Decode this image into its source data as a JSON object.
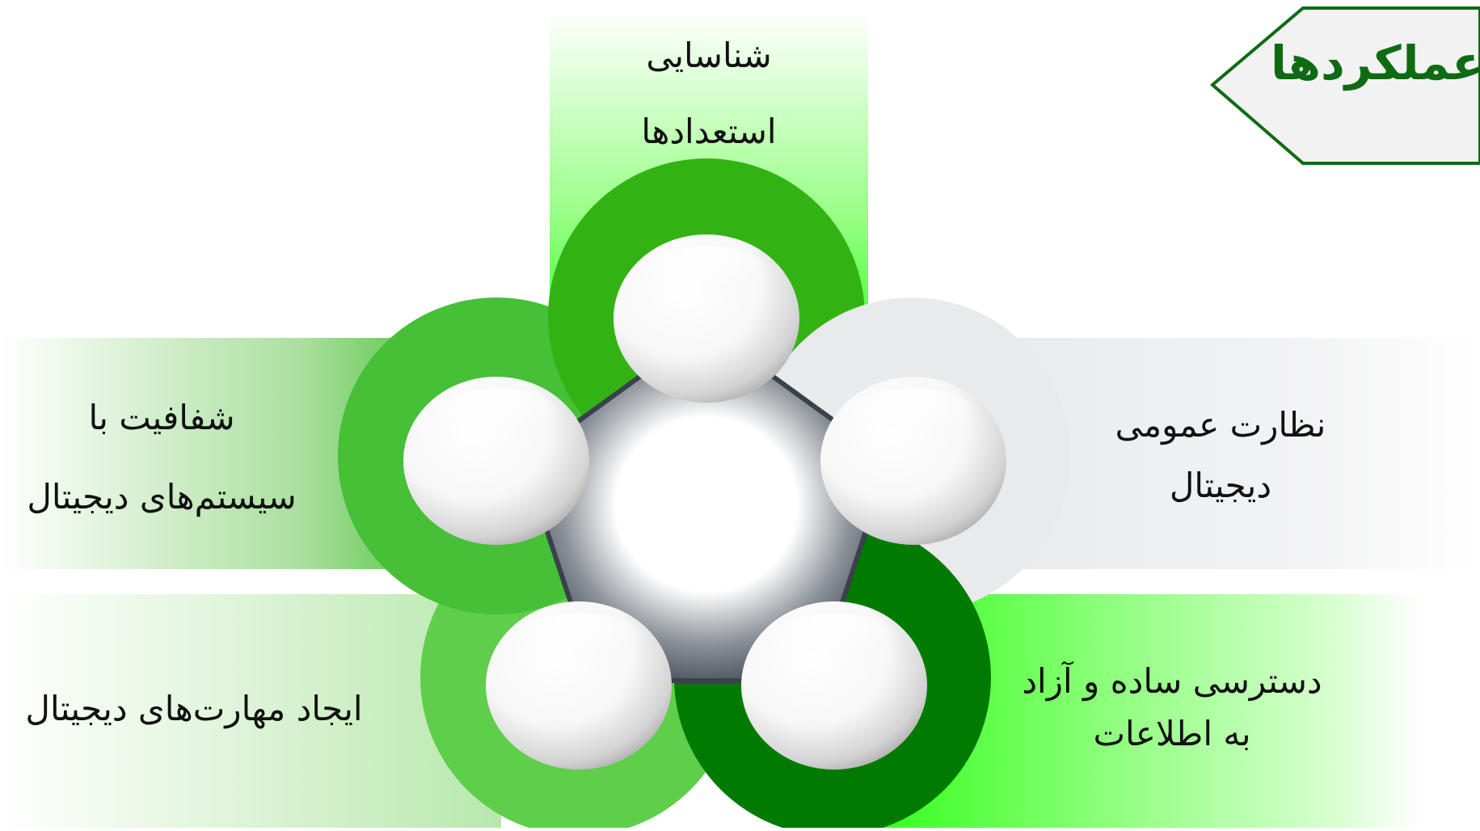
{
  "title_badge": {
    "text": "عملکردها"
  },
  "items": [
    {
      "id": "top",
      "lines": [
        "شناسایی",
        "استعدادها"
      ]
    },
    {
      "id": "right",
      "lines": [
        "نظارت عمومی",
        "دیجیتال"
      ]
    },
    {
      "id": "bottom-right",
      "lines": [
        "دسترسی ساده و آزاد",
        "به اطلاعات"
      ]
    },
    {
      "id": "bottom-left",
      "lines": [
        "ایجاد مهارت‌های دیجیتال"
      ]
    },
    {
      "id": "left",
      "lines": [
        "شفافیت با",
        "سیستم‌های دیجیتال"
      ]
    }
  ],
  "colors": {
    "badge_border": "#0e6b12",
    "badge_fill": "#f2f2f2",
    "ring_top": "#33b313",
    "ring_left": "#46c037",
    "ring_bottom_left": "#5fce4a",
    "ring_bottom_right": "#007a00",
    "ring_right": "#e8eaeb",
    "pentagon": "#3a414a",
    "band_green": "#39ff28",
    "band_light": "#f0f1f2"
  }
}
